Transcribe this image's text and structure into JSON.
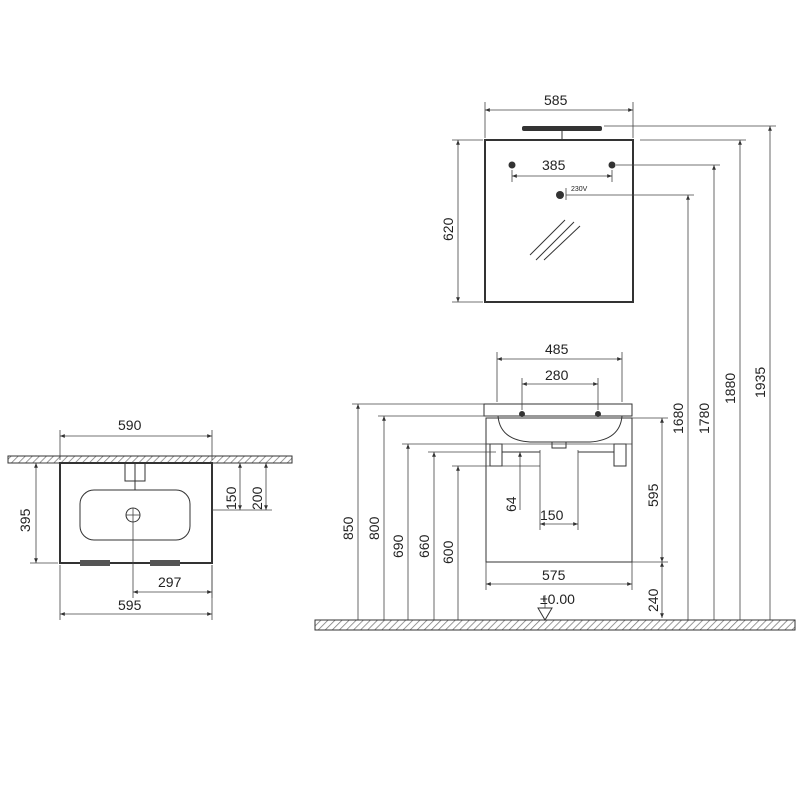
{
  "plan_view": {
    "width_top": "590",
    "depth": "395",
    "tap_offset_150": "150",
    "tap_offset_200": "200",
    "drain_offset": "297",
    "width_bottom": "595"
  },
  "mirror_view": {
    "width": "585",
    "height": "620",
    "fixing_spacing": "385",
    "switch_label": "230V"
  },
  "basin_view": {
    "fixing_spacing_485": "485",
    "fixing_spacing_280": "280",
    "cabinet_height": "595",
    "drain_offset_64": "64",
    "drain_spacing": "150",
    "cabinet_width": "575",
    "floor_clearance": "240",
    "floor_level": "±0.00"
  },
  "height_dimensions": [
    "850",
    "800",
    "690",
    "660",
    "600",
    "1680",
    "1780",
    "1880",
    "1935"
  ],
  "colors": {
    "line": "#333333",
    "floor_hatch": "#777777"
  }
}
